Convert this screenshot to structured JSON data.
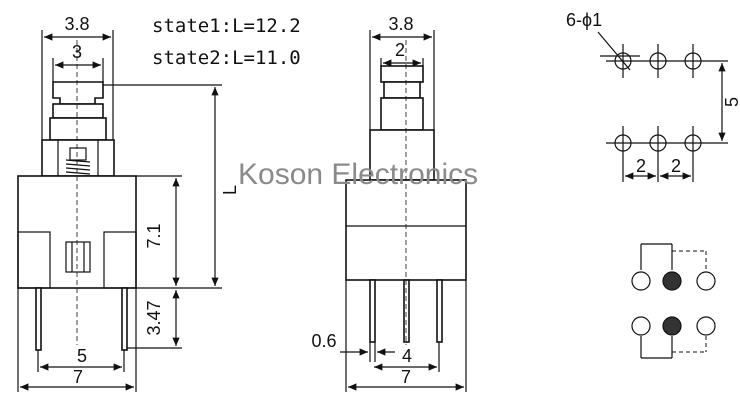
{
  "states": {
    "state1": "state1:L=12.2",
    "state2": "state2:L=11.0"
  },
  "watermark": "Koson Electronics",
  "front_view": {
    "dim_top_outer": "3.8",
    "dim_top_inner": "3",
    "dim_L": "L",
    "dim_body_height": "7.1",
    "dim_pin_length": "3.47",
    "dim_pin_spacing": "5",
    "dim_width": "7"
  },
  "side_view": {
    "dim_top_outer": "3.8",
    "dim_top_inner": "2",
    "dim_pin_thickness": "0.6",
    "dim_pin_pitch": "4",
    "dim_width": "7"
  },
  "pcb_layout": {
    "hole_callout": "6-ϕ1",
    "dim_row_spacing": "5",
    "dim_pitch_left": "2",
    "dim_pitch_right": "2"
  },
  "colors": {
    "line": "#111111",
    "watermark": "#8a8a8a",
    "filled_contact": "#333333"
  }
}
